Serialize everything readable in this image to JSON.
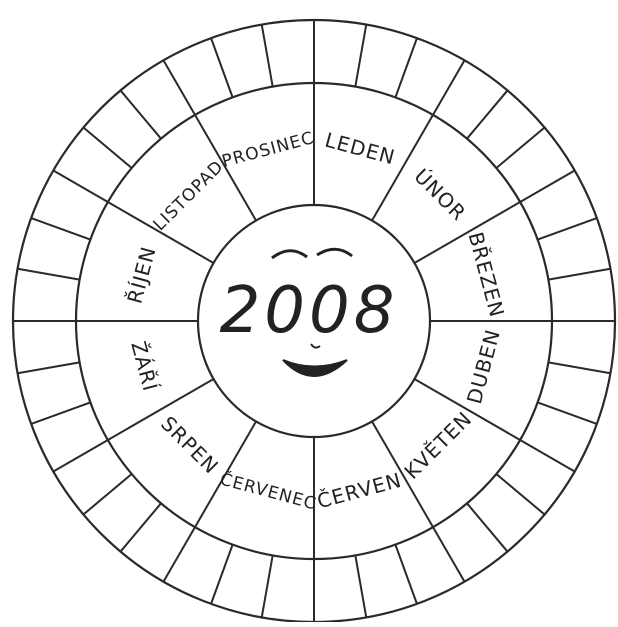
{
  "wheel": {
    "year": "2008",
    "months": [
      "LEDEN",
      "ÚNOR",
      "BŘEZEN",
      "DUBEN",
      "KVĚTEN",
      "ČERVEN",
      "ČERVENEC",
      "SRPEN",
      "ŽÁŘÍ",
      "ŘÍJEN",
      "LISTOPAD",
      "PROSINEC"
    ],
    "outer_cells_per_month": 3,
    "line_color": "#2a2a2a",
    "background": "#ffffff"
  }
}
